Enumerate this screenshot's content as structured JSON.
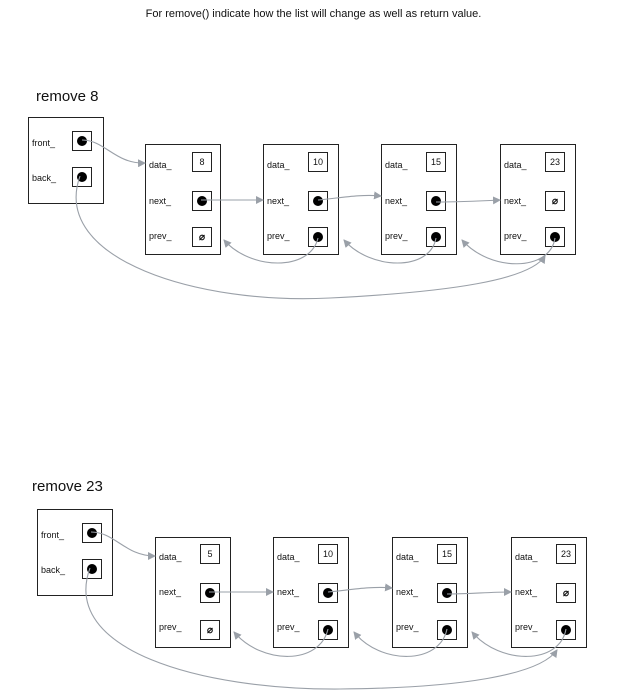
{
  "instruction": "For remove() indicate how the list will change as well as return value.",
  "labels": {
    "front": "front_",
    "back": "back_",
    "data": "data_",
    "next": "next_",
    "prev": "prev_"
  },
  "null_symbol": "⌀",
  "diagrams": [
    {
      "title": "remove 8",
      "nodes": [
        "8",
        "10",
        "15",
        "23"
      ]
    },
    {
      "title": "remove 23",
      "nodes": [
        "5",
        "10",
        "15",
        "23"
      ]
    }
  ]
}
